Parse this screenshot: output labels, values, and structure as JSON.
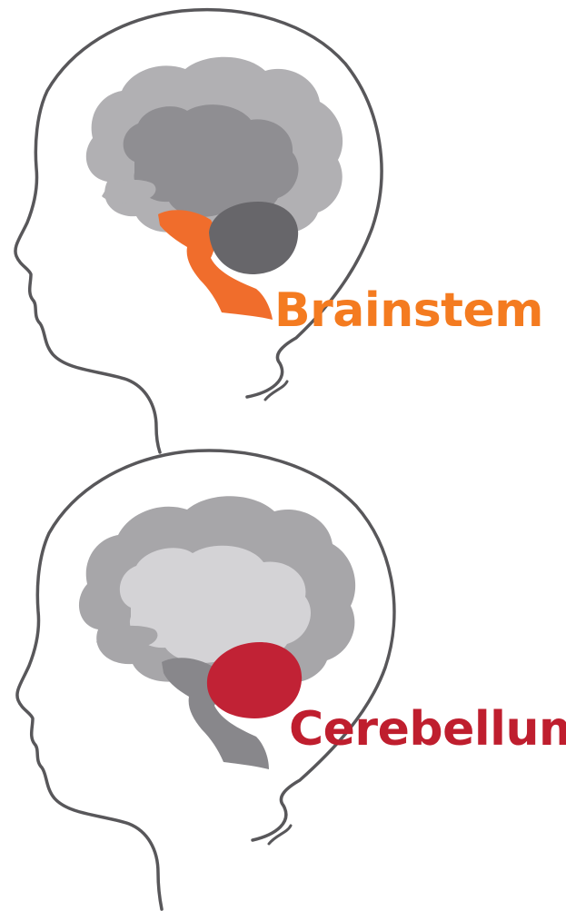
{
  "diagrams": [
    {
      "highlight": "brainstem",
      "label": "Brainstem",
      "colors": {
        "cerebrum_outer": "#b1b0b3",
        "cerebrum_inner": "#8f8e92",
        "cerebellum": "#67666a",
        "brainstem": "#f06d2c",
        "label": "#f47b20",
        "outline": "#58575a"
      }
    },
    {
      "highlight": "cerebellum",
      "label": "Cerebellum",
      "colors": {
        "cerebrum_outer": "#a7a6a9",
        "cerebrum_inner": "#d4d3d6",
        "cerebellum": "#c12235",
        "brainstem": "#88878b",
        "label": "#bf1e2e",
        "outline": "#58575a"
      }
    }
  ]
}
